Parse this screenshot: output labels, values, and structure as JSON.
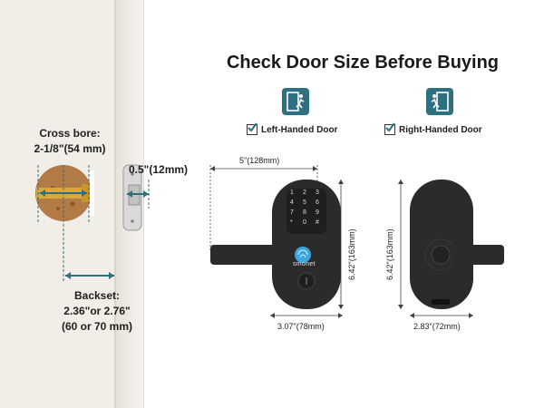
{
  "title": "Check Door Size Before Buying",
  "cross_bore": {
    "label": "Cross bore:",
    "value": "2-1/8\"(54 mm)"
  },
  "latch_size": "0.5\"(12mm)",
  "backset": {
    "label": "Backset:",
    "value": "2.36\"or 2.76\"",
    "metric": "(60 or 70 mm)"
  },
  "options": [
    {
      "label": "Left-Handed Door",
      "icon": "door-exit-left-icon"
    },
    {
      "label": "Right-Handed Door",
      "icon": "door-exit-right-icon"
    }
  ],
  "front_lock": {
    "width_lever": "5\"(128mm)",
    "height": "6.42\"(163mm)",
    "width_body": "3.07\"(78mm)",
    "brand": "smonet",
    "keypad_keys": [
      "1",
      "2",
      "3",
      "4",
      "5",
      "6",
      "7",
      "8",
      "9",
      "0",
      "*",
      "#"
    ]
  },
  "back_lock": {
    "height": "6.42\"(163mm)",
    "width_body": "2.83\"(72mm)"
  },
  "colors": {
    "accent": "#2e6f80",
    "lock_body": "#2b2b2b",
    "fingerprint": "#39a7e0",
    "wood": "#b27a45"
  }
}
